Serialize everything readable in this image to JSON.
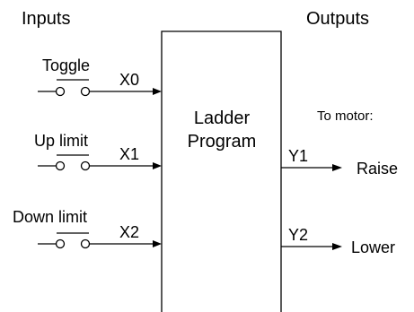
{
  "headings": {
    "inputs": "Inputs",
    "outputs": "Outputs"
  },
  "program": {
    "line1": "Ladder",
    "line2": "Program"
  },
  "inputs": [
    {
      "name": "Toggle",
      "address": "X0"
    },
    {
      "name": "Up limit",
      "address": "X1"
    },
    {
      "name": "Down limit",
      "address": "X2"
    }
  ],
  "motor_note": "To motor:",
  "outputs": [
    {
      "address": "Y1",
      "name": "Raise"
    },
    {
      "address": "Y2",
      "name": "Lower"
    }
  ],
  "colors": {
    "line": "#000000",
    "background": "#ffffff"
  }
}
